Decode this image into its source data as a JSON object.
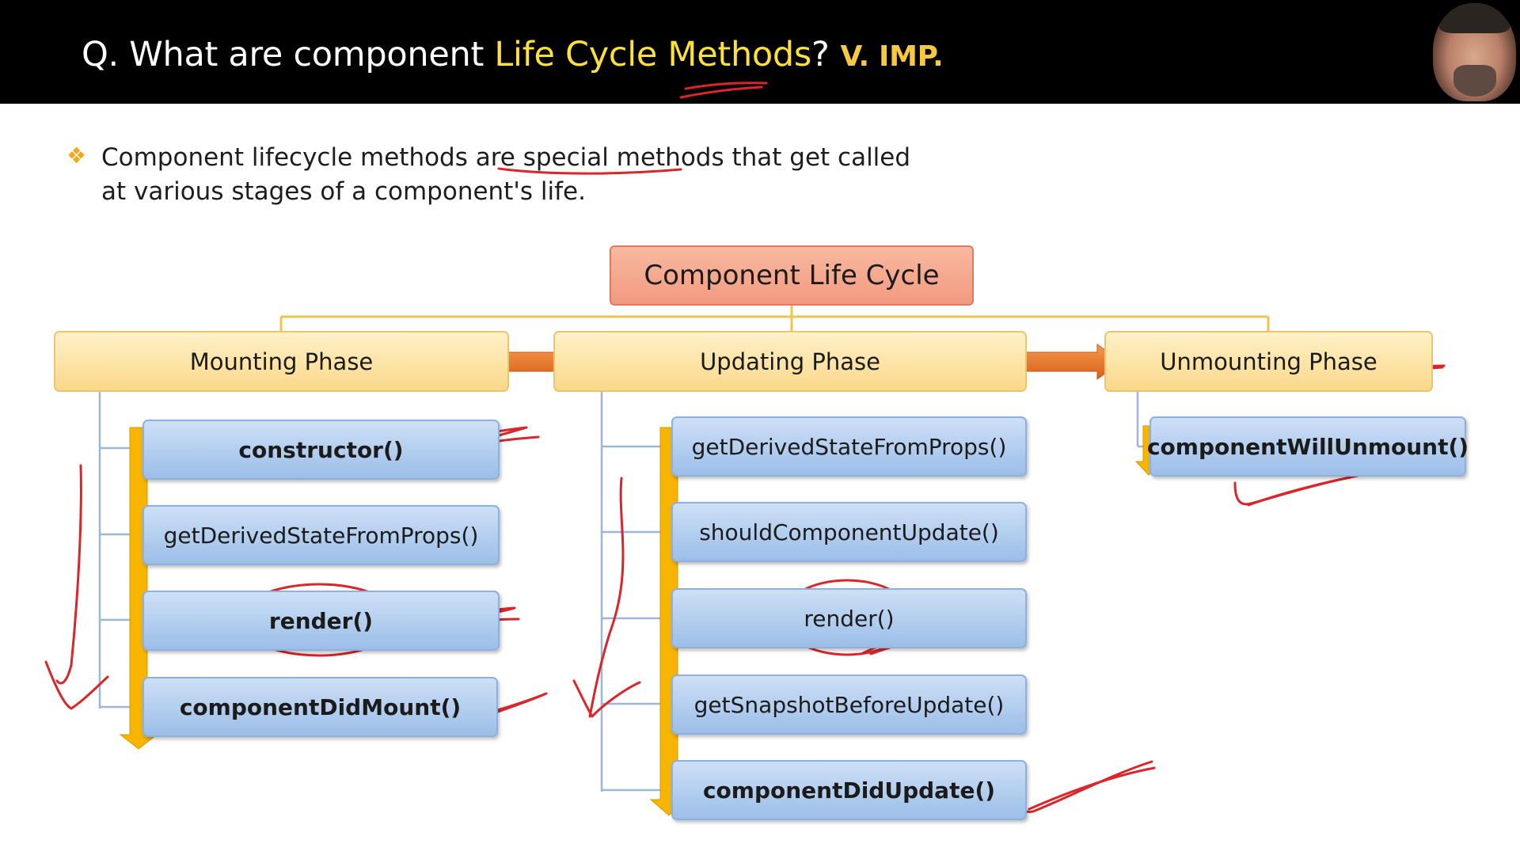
{
  "header": {
    "title_prefix": "Q. What are component ",
    "title_highlight": "Life Cycle Methods",
    "title_suffix": "?",
    "importance_badge": "V. IMP."
  },
  "intro": {
    "text": "Component lifecycle methods are special methods that get called at various stages of a component's life."
  },
  "diagram": {
    "root": "Component Life Cycle",
    "phases": [
      {
        "label": "Mounting Phase",
        "methods": [
          {
            "label": "constructor()",
            "bold": true
          },
          {
            "label": "getDerivedStateFromProps()",
            "bold": false
          },
          {
            "label": "render()",
            "bold": true
          },
          {
            "label": "componentDidMount()",
            "bold": true
          }
        ]
      },
      {
        "label": "Updating Phase",
        "methods": [
          {
            "label": "getDerivedStateFromProps()",
            "bold": false
          },
          {
            "label": "shouldComponentUpdate()",
            "bold": false
          },
          {
            "label": "render()",
            "bold": false
          },
          {
            "label": "getSnapshotBeforeUpdate()",
            "bold": false
          },
          {
            "label": "componentDidUpdate()",
            "bold": true
          }
        ]
      },
      {
        "label": "Unmounting Phase",
        "methods": [
          {
            "label": "componentWillUnmount()",
            "bold": true
          }
        ]
      }
    ]
  },
  "colors": {
    "header_bg": "#000000",
    "title_highlight": "#fde03a",
    "badge": "#f7c940",
    "root_fill": "#f4a68b",
    "phase_fill": "#fcdb92",
    "method_fill": "#b3cdee",
    "flow_arrow": "#e87a2c",
    "timeline_arrow": "#f7b500",
    "annotation_ink": "#d8262b",
    "connector_line": "#f0c24f",
    "tree_line": "#9ab7d8"
  },
  "icons": {
    "bullet": "diamond-cluster-icon",
    "presenter": "presenter-avatar"
  }
}
